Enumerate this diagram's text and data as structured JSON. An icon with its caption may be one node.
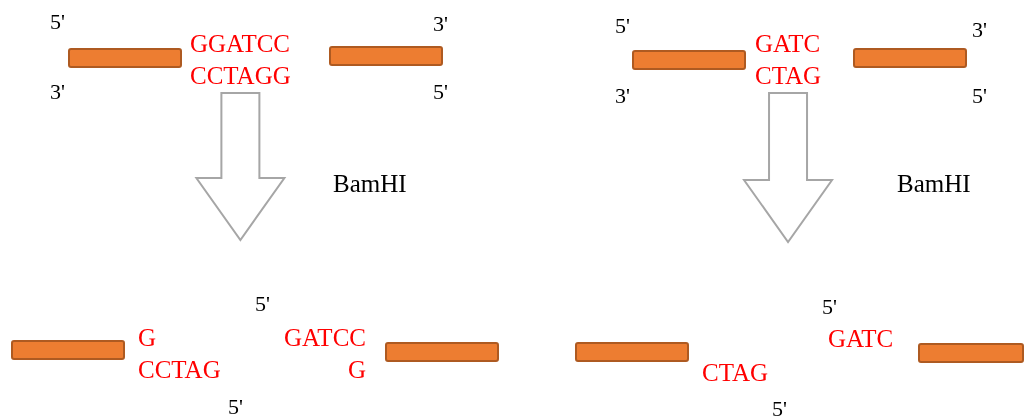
{
  "diagram": {
    "nodes": [
      {
        "text": [],
        "shape": "bar"
      },
      {
        "text": [
          "GGATCC",
          "CCTAGG"
        ]
      },
      {
        "text": [],
        "shape": "bar"
      },
      {
        "text": [],
        "shape": "bar"
      },
      {
        "text": [
          "GATC",
          "CTAG"
        ]
      },
      {
        "text": [],
        "shape": "bar"
      },
      {
        "text": [],
        "shape": "bar"
      },
      {
        "text": [
          "G",
          "CCTAG"
        ]
      },
      {
        "text": [
          "GATCC",
          "G"
        ]
      },
      {
        "text": [],
        "shape": "bar"
      },
      {
        "text": [],
        "shape": "bar"
      },
      {
        "text": [
          "CTAG"
        ]
      },
      {
        "text": [
          "GATC"
        ]
      },
      {
        "text": [],
        "shape": "bar"
      }
    ],
    "edges": [
      {
        "from": 1,
        "to": null,
        "arrow": "to",
        "label": "BamHI"
      },
      {
        "from": 4,
        "to": null,
        "arrow": "to",
        "label": "BamHI"
      }
    ],
    "labels": [
      "5'",
      "3'",
      "5'",
      "3'",
      "3'",
      "5'",
      "3'",
      "5'",
      "5'",
      "5'",
      "5'",
      "5'"
    ]
  }
}
